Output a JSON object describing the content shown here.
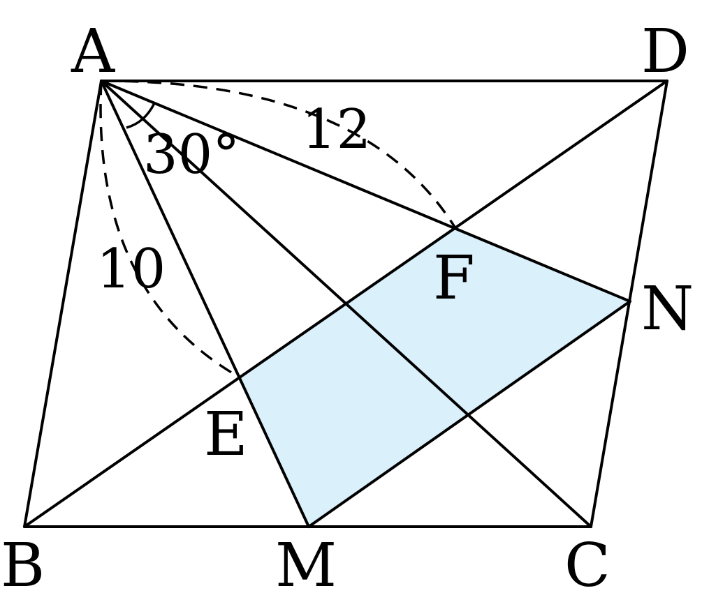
{
  "colors": {
    "shaded_region": "#daf0fb",
    "lines": "#000000",
    "background": "#ffffff"
  },
  "points": {
    "A": "A",
    "B": "B",
    "C": "C",
    "D": "D",
    "E": "E",
    "F": "F",
    "M": "M",
    "N": "N"
  },
  "measures": {
    "angle_EAF": "30°",
    "AF": "12",
    "AE": "10"
  }
}
